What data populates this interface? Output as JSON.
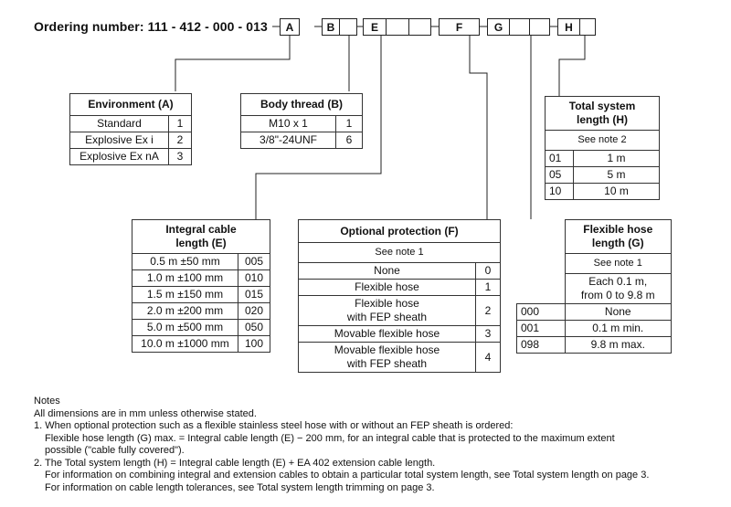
{
  "ordering": {
    "label": "Ordering number:",
    "base": "111 - 412 - 000 - 013",
    "code_boxes": [
      "A",
      "B",
      "E",
      "",
      "F",
      "G",
      "",
      "H",
      ""
    ]
  },
  "environment": {
    "title": "Environment (A)",
    "rows": [
      {
        "label": "Standard",
        "code": "1"
      },
      {
        "label": "Explosive Ex i",
        "code": "2"
      },
      {
        "label": "Explosive Ex nA",
        "code": "3"
      }
    ]
  },
  "body_thread": {
    "title": "Body thread (B)",
    "rows": [
      {
        "label": "M10 x 1",
        "code": "1"
      },
      {
        "label": "3/8\"-24UNF",
        "code": "6"
      }
    ]
  },
  "total_system_length": {
    "title_line1": "Total system",
    "title_line2": "length (H)",
    "note": "See note 2",
    "rows": [
      {
        "code": "01",
        "label": "1 m"
      },
      {
        "code": "05",
        "label": "5 m"
      },
      {
        "code": "10",
        "label": "10 m"
      }
    ]
  },
  "integral_cable": {
    "title_line1": "Integral cable",
    "title_line2": "length (E)",
    "rows": [
      {
        "label": "0.5 m ±50 mm",
        "code": "005"
      },
      {
        "label": "1.0 m ±100 mm",
        "code": "010"
      },
      {
        "label": "1.5 m ±150 mm",
        "code": "015"
      },
      {
        "label": "2.0 m ±200 mm",
        "code": "020"
      },
      {
        "label": "5.0 m ±500 mm",
        "code": "050"
      },
      {
        "label": "10.0 m ±1000 mm",
        "code": "100"
      }
    ]
  },
  "optional_protection": {
    "title": "Optional protection (F)",
    "note": "See note 1",
    "rows": [
      {
        "label1": "None",
        "label2": "",
        "code": "0"
      },
      {
        "label1": "Flexible hose",
        "label2": "",
        "code": "1"
      },
      {
        "label1": "Flexible hose",
        "label2": "with FEP sheath",
        "code": "2"
      },
      {
        "label1": "Movable flexible hose",
        "label2": "",
        "code": "3"
      },
      {
        "label1": "Movable flexible hose",
        "label2": "with FEP sheath",
        "code": "4"
      }
    ]
  },
  "flexible_hose": {
    "title_line1": "Flexible hose",
    "title_line2": "length (G)",
    "note": "See note 1",
    "desc_line1": "Each 0.1 m,",
    "desc_line2": "from 0 to 9.8 m",
    "rows": [
      {
        "code": "000",
        "label": "None"
      },
      {
        "code": "001",
        "label": "0.1 m min."
      },
      {
        "code": "098",
        "label": "9.8 m max."
      }
    ]
  },
  "notes": {
    "heading": "Notes",
    "line0": "All dimensions are in mm unless otherwise stated.",
    "n1_a": "1. When optional protection such as a flexible stainless steel hose with or without an FEP sheath is ordered:",
    "n1_b": "Flexible hose length (G) max. = Integral cable length (E) − 200 mm, for an integral cable that is protected to the maximum extent",
    "n1_c": "possible (\"cable fully covered\").",
    "n2_a": "2. The Total system length (H) = Integral cable length (E) + EA 402 extension cable length.",
    "n2_b": "For information on combining integral and extension cables to obtain a particular total system length, see Total system length on page 3.",
    "n2_c": "For information on cable length tolerances, see Total system length trimming on page 3."
  }
}
